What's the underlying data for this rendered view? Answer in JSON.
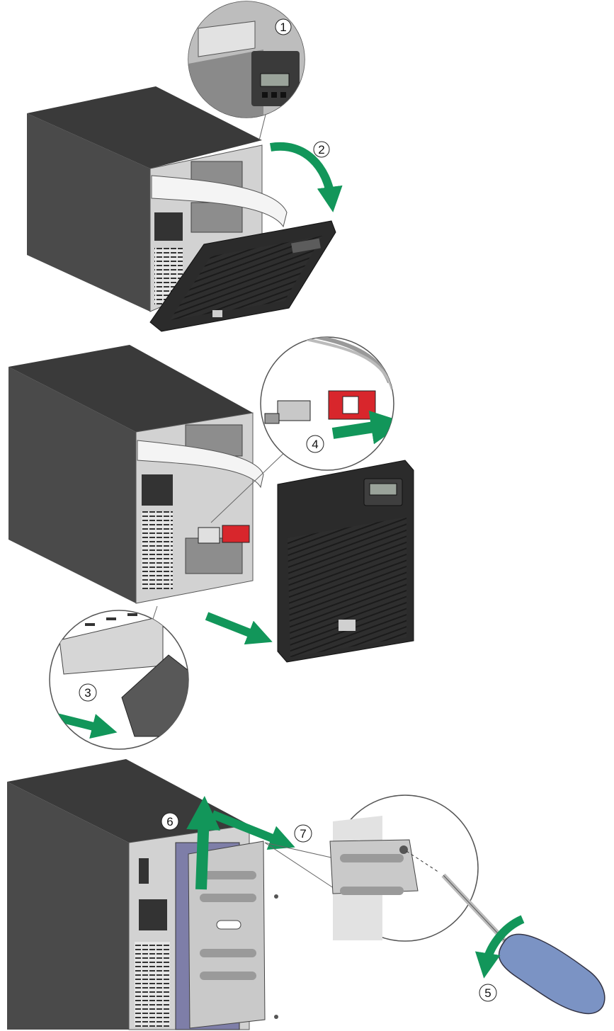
{
  "colors": {
    "background": "#ffffff",
    "cabinet_side": "#4a4a4a",
    "cabinet_top": "#3a3a3a",
    "front_panel": "#d2d2d2",
    "cover": "#2b2b2b",
    "arrow_green": "#12965a",
    "connector_red": "#d8262c",
    "battery_blue": "#7e7ea8",
    "bracket_grey": "#c9c9c9",
    "screwdriver_handle": "#7b93c4"
  },
  "steps": {
    "s1": "1",
    "s2": "2",
    "s3": "3",
    "s4": "4",
    "s5": "5",
    "s6": "6",
    "s7": "7"
  },
  "icons": [
    "ups-cabinet",
    "front-cover",
    "battery-connector",
    "retaining-bracket",
    "screwdriver",
    "green-arrow"
  ]
}
